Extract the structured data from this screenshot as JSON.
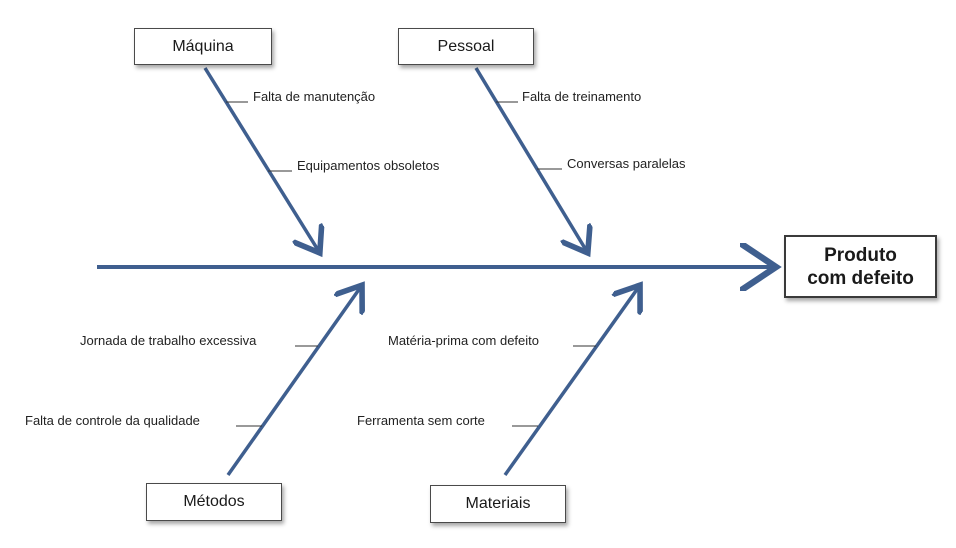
{
  "effect": "Produto com defeito",
  "effect_lines": [
    "Produto",
    "com defeito"
  ],
  "categories": {
    "maquina": {
      "label": "Máquina",
      "causes": [
        "Falta de manutenção",
        "Equipamentos obsoletos"
      ]
    },
    "pessoal": {
      "label": "Pessoal",
      "causes": [
        "Falta de treinamento",
        "Conversas paralelas"
      ]
    },
    "metodos": {
      "label": "Métodos",
      "causes": [
        "Jornada de trabalho excessiva",
        "Falta de controle da qualidade"
      ]
    },
    "materiais": {
      "label": "Materiais",
      "causes": [
        "Matéria-prima com defeito",
        "Ferramenta sem corte"
      ]
    }
  },
  "colors": {
    "arrow": "#3f5f8f",
    "tick": "#333333"
  }
}
